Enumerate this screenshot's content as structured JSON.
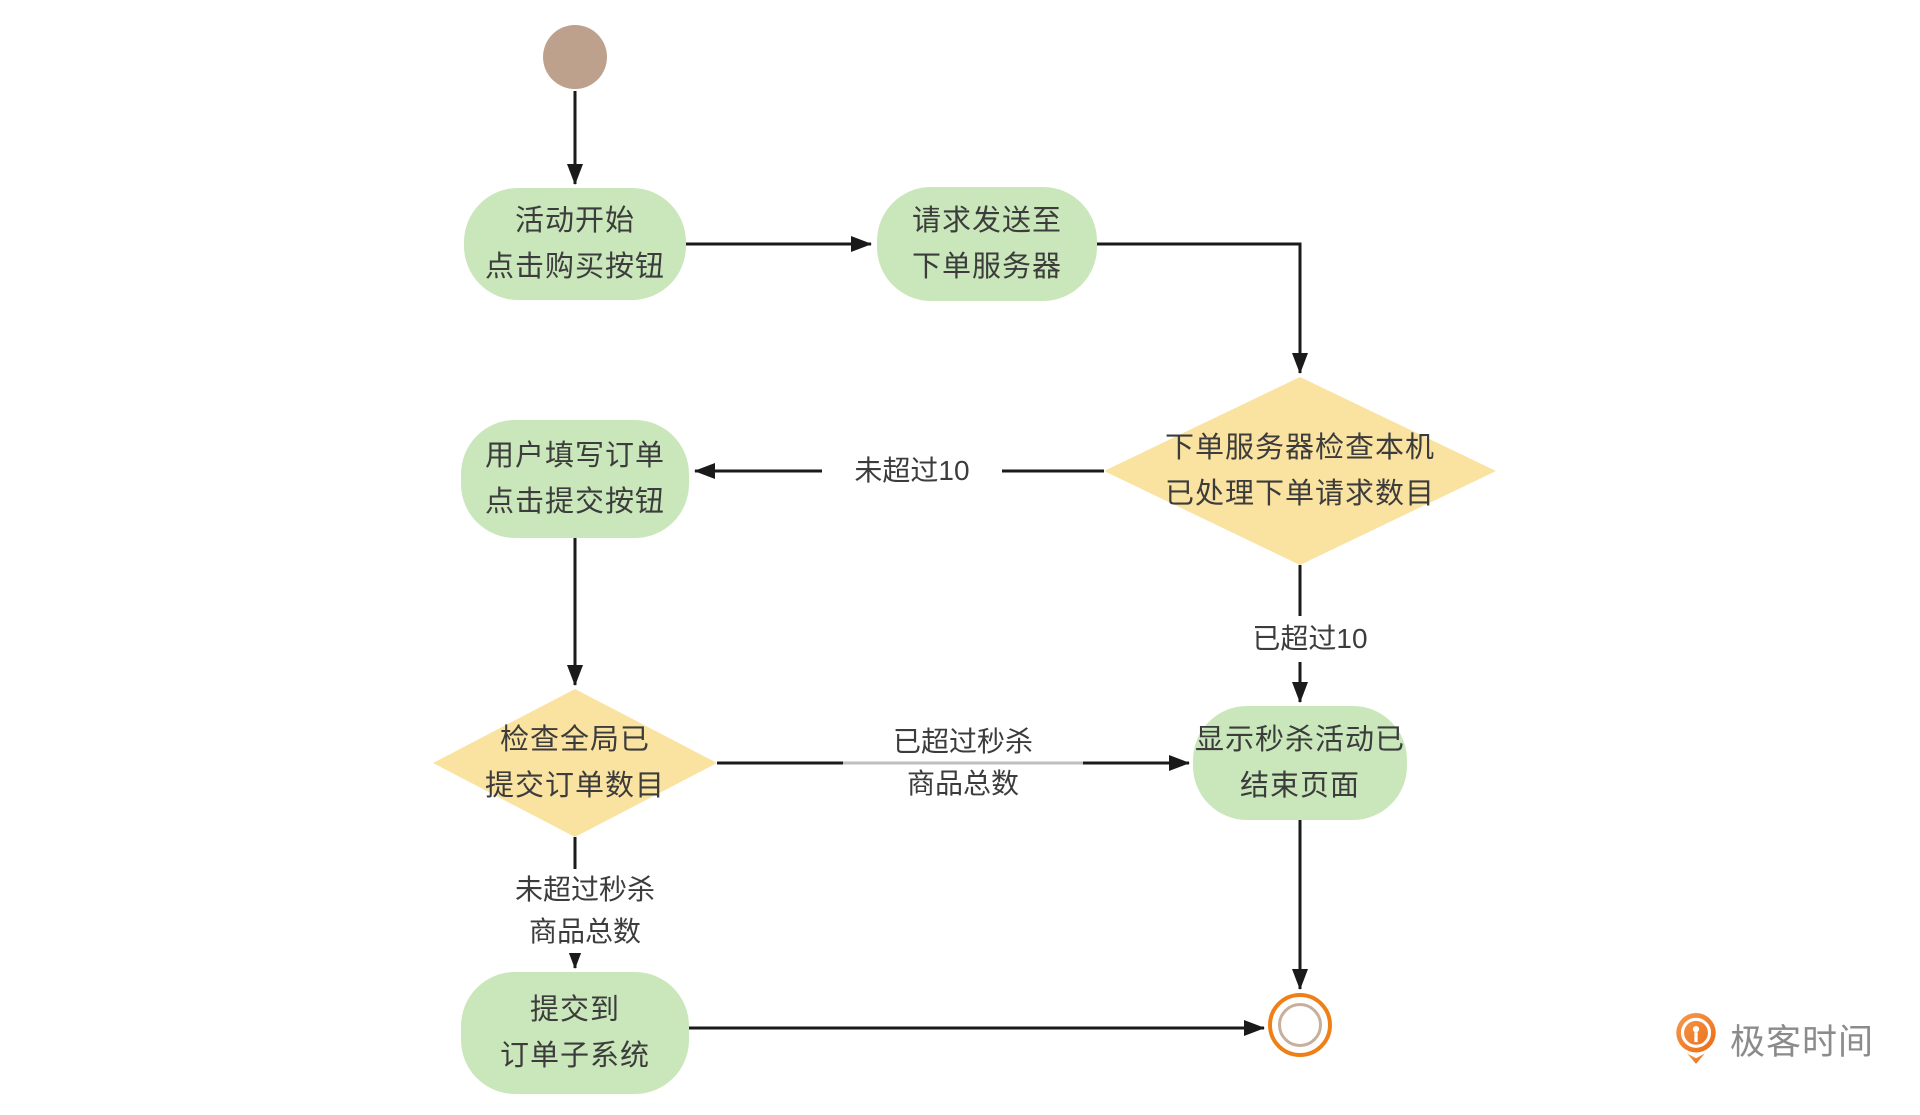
{
  "nodes": {
    "start_click_buy": {
      "line1": "活动开始",
      "line2": "点击购买按钮"
    },
    "request_to_server": {
      "line1": "请求发送至",
      "line2": "下单服务器"
    },
    "server_check_local": {
      "line1": "下单服务器检查本机",
      "line2": "已处理下单请求数目"
    },
    "user_fill_order": {
      "line1": "用户填写订单",
      "line2": "点击提交按钮"
    },
    "check_global_orders": {
      "line1": "检查全局已",
      "line2": "提交订单数目"
    },
    "show_end_page": {
      "line1": "显示秒杀活动已",
      "line2": "结束页面"
    },
    "submit_to_subsystem": {
      "line1": "提交到",
      "line2": "订单子系统"
    }
  },
  "edge_labels": {
    "not_over_10": "未超过10",
    "over_10": "已超过10",
    "over_total": {
      "line1": "已超过秒杀",
      "line2": "商品总数"
    },
    "not_over_total": {
      "line1": "未超过秒杀",
      "line2": "商品总数"
    }
  },
  "logo": {
    "brand": "极客时间"
  },
  "colors": {
    "activity_fill": "#c9e7ba",
    "decision_fill": "#fae2a0",
    "start_fill": "#bda18c",
    "end_ring": "#ef8018",
    "end_inner_ring": "#c6b09c",
    "edge": "#1a1a1a",
    "text": "#3c3c3c",
    "logo_orange": "#f1731f",
    "logo_text": "#8b8b8b",
    "bg": "#ffffff"
  }
}
